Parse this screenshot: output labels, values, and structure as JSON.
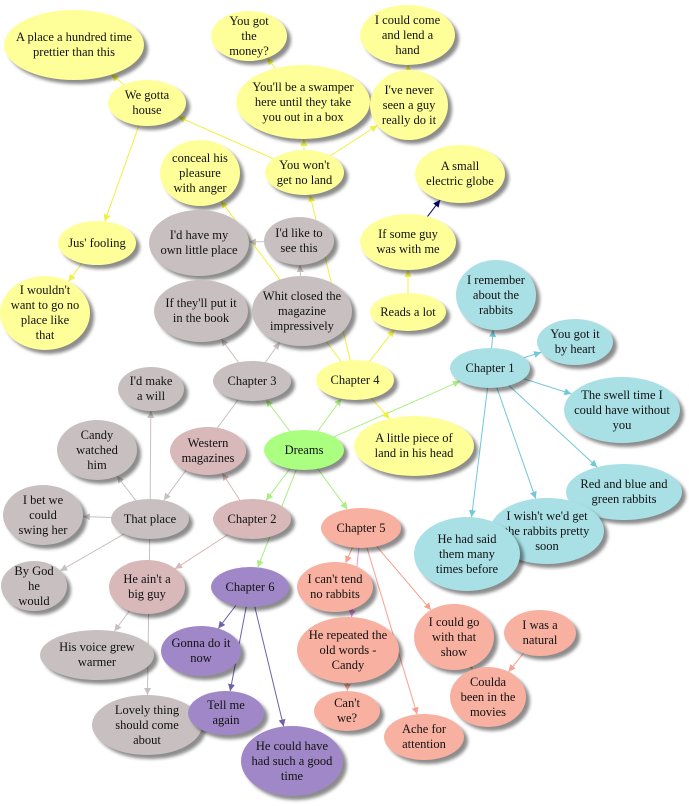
{
  "colors": {
    "yellow": "#ffff99",
    "gray": "#c8c0c0",
    "rose": "#d8b8b8",
    "green": "#aaff80",
    "cyan": "#a8e0e6",
    "salmon": "#f8b0a0",
    "purple": "#a088c8"
  },
  "nodes": {
    "hundred": "A place a hundred time prettier than this",
    "money": "You got the money?",
    "lendhand": "I could come and lend a hand",
    "gotta": "We gotta house",
    "swamper": "You'll be a swamper here until they take you out in a box",
    "never": "I've never seen a guy really do it",
    "conceal": "conceal his pleasure with anger",
    "wontland": "You won't get no land",
    "globe": "A small electric globe",
    "jus": "Jus' fooling",
    "someguy": "If some guy was with me",
    "wouldnt": "I wouldn't want to go no place like that",
    "reads": "Reads a lot",
    "ch4": "Chapter 4",
    "littlepiece": "A little piece of land in his head",
    "ownplace": "I'd have my own little place",
    "likesee": "I'd like to see this",
    "iftheyput": "If they'll put it in the book",
    "whit": "Whit closed the magazine impressively",
    "ch3": "Chapter 3",
    "will": "I'd make a will",
    "candy": "Candy watched him",
    "swing": "I bet we could swing her",
    "thatplace": "That place",
    "bygod": "By God he would",
    "voice": "His voice grew warmer",
    "lovely": "Lovely thing should come about",
    "western": "Western magazines",
    "ch2": "Chapter 2",
    "aint": "He ain't a big guy",
    "dreams": "Dreams",
    "remember": "I remember about the rabbits",
    "heart": "You got it by heart",
    "ch1": "Chapter 1",
    "swell": "The swell time I could have without you",
    "redblue": "Red and blue and green rabbits",
    "wisht": "I wish't we'd get the rabbits pretty soon",
    "hadsaid": "He had said them many times before",
    "ch5": "Chapter 5",
    "canttend": "I can't tend no rabbits",
    "show": "I could go with that show",
    "natural": "I was a natural",
    "repeated": "He repeated the old words - Candy",
    "coulda": "Coulda been in the movies",
    "cantwe": "Can't we?",
    "ache": "Ache for attention",
    "ch6": "Chapter 6",
    "gonna": "Gonna do it now",
    "tellme": "Tell me again",
    "couldhave": "He could have had such a good time"
  },
  "edges": [
    [
      "dreams",
      "ch3",
      "#aaee80"
    ],
    [
      "dreams",
      "ch4",
      "#aaee80"
    ],
    [
      "dreams",
      "ch1",
      "#aaee80"
    ],
    [
      "dreams",
      "ch2",
      "#aaee80"
    ],
    [
      "dreams",
      "ch5",
      "#aaee80"
    ],
    [
      "dreams",
      "ch6",
      "#aaee80"
    ],
    [
      "ch4",
      "reads",
      "#f0f040"
    ],
    [
      "ch4",
      "littlepiece",
      "#f0f040"
    ],
    [
      "ch4",
      "wontland",
      "#f0f040"
    ],
    [
      "ch4",
      "conceal",
      "#f0f040"
    ],
    [
      "reads",
      "someguy",
      "#f0f040"
    ],
    [
      "someguy",
      "globe",
      "#000066"
    ],
    [
      "wontland",
      "gotta",
      "#f0f040"
    ],
    [
      "wontland",
      "never",
      "#f0f040"
    ],
    [
      "wontland",
      "swamper",
      "#f0f040"
    ],
    [
      "swamper",
      "money",
      "#f0f040"
    ],
    [
      "never",
      "lendhand",
      "#f0f040"
    ],
    [
      "gotta",
      "hundred",
      "#f0f040"
    ],
    [
      "gotta",
      "jus",
      "#f0f040"
    ],
    [
      "jus",
      "wouldnt",
      "#f0f040"
    ],
    [
      "ch3",
      "iftheyput",
      "#c8c0c0"
    ],
    [
      "ch3",
      "whit",
      "#c8c0c0"
    ],
    [
      "whit",
      "likesee",
      "#c8c0c0"
    ],
    [
      "likesee",
      "ownplace",
      "#c8c0c0"
    ],
    [
      "ch3",
      "thatplace",
      "#c8c0c0"
    ],
    [
      "thatplace",
      "will",
      "#c8c0c0"
    ],
    [
      "thatplace",
      "candy",
      "#c8c0c0"
    ],
    [
      "thatplace",
      "swing",
      "#c8c0c0"
    ],
    [
      "thatplace",
      "bygod",
      "#c8c0c0"
    ],
    [
      "thatplace",
      "lovely",
      "#c8c0c0"
    ],
    [
      "ch2",
      "western",
      "#d8b8b8"
    ],
    [
      "ch2",
      "aint",
      "#d8b8b8"
    ],
    [
      "aint",
      "voice",
      "#c8c0c0"
    ],
    [
      "ch1",
      "remember",
      "#70c8d8"
    ],
    [
      "ch1",
      "heart",
      "#70c8d8"
    ],
    [
      "ch1",
      "swell",
      "#70c8d8"
    ],
    [
      "ch1",
      "redblue",
      "#70c8d8"
    ],
    [
      "ch1",
      "wisht",
      "#70c8d8"
    ],
    [
      "ch1",
      "hadsaid",
      "#70c8d8"
    ],
    [
      "ch5",
      "canttend",
      "#f8a090"
    ],
    [
      "ch5",
      "show",
      "#f8a090"
    ],
    [
      "ch5",
      "repeated",
      "#e890e8"
    ],
    [
      "ch5",
      "ache",
      "#f8a090"
    ],
    [
      "repeated",
      "cantwe",
      "#f8a090"
    ],
    [
      "show",
      "coulda",
      "#f8a090"
    ],
    [
      "natural",
      "coulda",
      "#f8a090"
    ],
    [
      "ch6",
      "gonna",
      "#7060a8"
    ],
    [
      "ch6",
      "tellme",
      "#7060a8"
    ],
    [
      "ch6",
      "couldhave",
      "#7060a8"
    ]
  ]
}
